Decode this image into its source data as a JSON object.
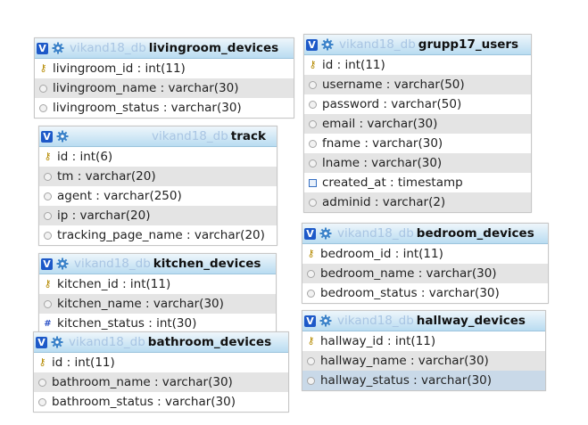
{
  "db_name": "vikand18_db",
  "toggle_glyph": "V",
  "tables": [
    {
      "id": "livingroom_devices",
      "name": "livingroom_devices",
      "header_align": "left",
      "fields": [
        {
          "text": "livingroom_id : int(11)",
          "icon": "key-icon"
        },
        {
          "text": "livingroom_name : varchar(30)",
          "icon": "field-icon"
        },
        {
          "text": "livingroom_status : varchar(30)",
          "icon": "field-icon"
        }
      ]
    },
    {
      "id": "track",
      "name": "track",
      "header_align": "right",
      "fields": [
        {
          "text": "id : int(6)",
          "icon": "key-icon"
        },
        {
          "text": "tm : varchar(20)",
          "icon": "field-icon"
        },
        {
          "text": "agent : varchar(250)",
          "icon": "field-icon"
        },
        {
          "text": "ip : varchar(20)",
          "icon": "field-icon"
        },
        {
          "text": "tracking_page_name : varchar(20)",
          "icon": "field-icon"
        }
      ]
    },
    {
      "id": "kitchen_devices",
      "name": "kitchen_devices",
      "header_align": "left",
      "fields": [
        {
          "text": "kitchen_id : int(11)",
          "icon": "key-icon"
        },
        {
          "text": "kitchen_name : varchar(30)",
          "icon": "field-icon"
        },
        {
          "text": "kitchen_status : int(30)",
          "icon": "numeric-field-icon"
        }
      ]
    },
    {
      "id": "bathroom_devices",
      "name": "bathroom_devices",
      "header_align": "left",
      "fields": [
        {
          "text": "id : int(11)",
          "icon": "key-icon"
        },
        {
          "text": "bathroom_name : varchar(30)",
          "icon": "field-icon"
        },
        {
          "text": "bathroom_status : varchar(30)",
          "icon": "field-icon"
        }
      ]
    },
    {
      "id": "grupp17_users",
      "name": "grupp17_users",
      "header_align": "left",
      "fields": [
        {
          "text": "id : int(11)",
          "icon": "key-icon"
        },
        {
          "text": "username : varchar(50)",
          "icon": "field-icon"
        },
        {
          "text": "password : varchar(50)",
          "icon": "field-icon"
        },
        {
          "text": "email : varchar(30)",
          "icon": "field-icon"
        },
        {
          "text": "fname : varchar(30)",
          "icon": "field-icon"
        },
        {
          "text": "lname : varchar(30)",
          "icon": "field-icon"
        },
        {
          "text": "created_at : timestamp",
          "icon": "timestamp-field-icon"
        },
        {
          "text": "adminid : varchar(2)",
          "icon": "field-icon"
        }
      ]
    },
    {
      "id": "bedroom_devices",
      "name": "bedroom_devices",
      "header_align": "left",
      "fields": [
        {
          "text": "bedroom_id : int(11)",
          "icon": "key-icon"
        },
        {
          "text": "bedroom_name : varchar(30)",
          "icon": "field-icon"
        },
        {
          "text": "bedroom_status : varchar(30)",
          "icon": "field-icon"
        }
      ]
    },
    {
      "id": "hallway_devices",
      "name": "hallway_devices",
      "header_align": "left",
      "fields": [
        {
          "text": "hallway_id : int(11)",
          "icon": "key-icon"
        },
        {
          "text": "hallway_name : varchar(30)",
          "icon": "field-icon"
        },
        {
          "text": "hallway_status : varchar(30)",
          "icon": "field-icon",
          "highlighted": true
        }
      ]
    }
  ]
}
